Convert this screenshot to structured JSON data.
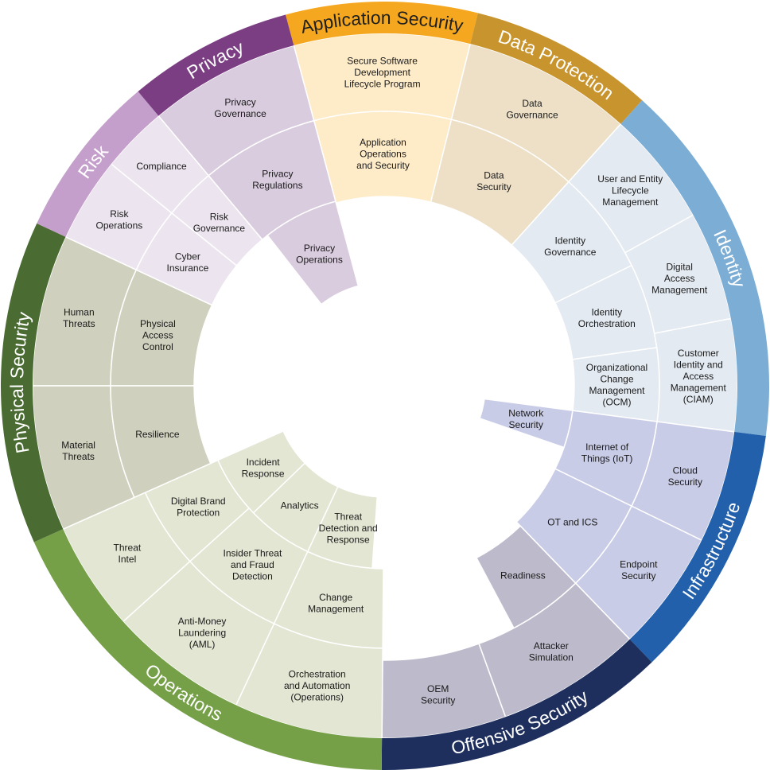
{
  "diagram": {
    "domains": [
      {
        "key": "application-security",
        "name": "Application Security",
        "ring_color": "#F5A81F",
        "cell_color": "#FEEBC8",
        "label_dark": true,
        "cells": [
          {
            "key": "secure-software-development-lifecycle-program",
            "lines": [
              "Secure Software",
              "Development",
              "Lifecycle Program"
            ]
          },
          {
            "key": "application-operations-and-security",
            "lines": [
              "Application",
              "Operations",
              "and Security"
            ]
          }
        ]
      },
      {
        "key": "data-protection",
        "name": "Data Protection",
        "ring_color": "#C8942E",
        "cell_color": "#EDE0C7",
        "cells": [
          {
            "key": "data-governance",
            "lines": [
              "Data",
              "Governance"
            ]
          },
          {
            "key": "data-security",
            "lines": [
              "Data",
              "Security"
            ]
          }
        ]
      },
      {
        "key": "identity",
        "name": "Identity",
        "ring_color": "#7BADD5",
        "cell_color": "#E3EAF2",
        "cells": [
          {
            "key": "user-and-entity-lifecycle-management",
            "lines": [
              "User and Entity",
              "Lifecycle",
              "Management"
            ]
          },
          {
            "key": "identity-governance",
            "lines": [
              "Identity",
              "Governance"
            ]
          },
          {
            "key": "digital-access-management",
            "lines": [
              "Digital",
              "Access",
              "Management"
            ]
          },
          {
            "key": "identity-orchestration",
            "lines": [
              "Identity",
              "Orchestration"
            ]
          },
          {
            "key": "customer-identity-and-access-management",
            "lines": [
              "Customer",
              "Identity and",
              "Access",
              "Management",
              "(CIAM)"
            ]
          },
          {
            "key": "organizational-change-management",
            "lines": [
              "Organizational",
              "Change",
              "Management",
              "(OCM)"
            ]
          }
        ]
      },
      {
        "key": "infrastructure",
        "name": "Infrastructure",
        "ring_color": "#2260AC",
        "cell_color": "#C9CCE6",
        "cells": [
          {
            "key": "network-security",
            "lines": [
              "Network",
              "Security"
            ]
          },
          {
            "key": "internet-of-things",
            "lines": [
              "Internet of",
              "Things (IoT)"
            ]
          },
          {
            "key": "cloud-security",
            "lines": [
              "Cloud",
              "Security"
            ]
          },
          {
            "key": "ot-and-ics",
            "lines": [
              "OT and ICS"
            ]
          },
          {
            "key": "endpoint-security",
            "lines": [
              "Endpoint",
              "Security"
            ]
          }
        ]
      },
      {
        "key": "offensive-security",
        "name": "Offensive Security",
        "ring_color": "#1E2F5E",
        "cell_color": "#BDBBCB",
        "cells": [
          {
            "key": "readiness",
            "lines": [
              "Readiness"
            ]
          },
          {
            "key": "attacker-simulation",
            "lines": [
              "Attacker",
              "Simulation"
            ]
          },
          {
            "key": "oem-security",
            "lines": [
              "OEM",
              "Security"
            ]
          }
        ]
      },
      {
        "key": "operations",
        "name": "Operations",
        "ring_color": "#76A047",
        "cell_color": "#E3E6D3",
        "cells": [
          {
            "key": "incident-response",
            "lines": [
              "Incident",
              "Response"
            ]
          },
          {
            "key": "analytics",
            "lines": [
              "Analytics"
            ]
          },
          {
            "key": "threat-detection-and-response",
            "lines": [
              "Threat",
              "Detection and",
              "Response"
            ]
          },
          {
            "key": "digital-brand-protection",
            "lines": [
              "Digital Brand",
              "Protection"
            ]
          },
          {
            "key": "insider-threat-and-fraud-detection",
            "lines": [
              "Insider Threat",
              "and Fraud",
              "Detection"
            ]
          },
          {
            "key": "change-management",
            "lines": [
              "Change",
              "Management"
            ]
          },
          {
            "key": "threat-intel",
            "lines": [
              "Threat",
              "Intel"
            ]
          },
          {
            "key": "anti-money-laundering",
            "lines": [
              "Anti-Money",
              "Laundering",
              "(AML)"
            ]
          },
          {
            "key": "orchestration-and-automation",
            "lines": [
              "Orchestration",
              "and Automation",
              "(Operations)"
            ]
          }
        ]
      },
      {
        "key": "physical-security",
        "name": "Physical Security",
        "ring_color": "#4A6B31",
        "cell_color": "#D0D0BE",
        "cells": [
          {
            "key": "human-threats",
            "lines": [
              "Human",
              "Threats"
            ]
          },
          {
            "key": "physical-access-control",
            "lines": [
              "Physical",
              "Access",
              "Control"
            ]
          },
          {
            "key": "material-threats",
            "lines": [
              "Material",
              "Threats"
            ]
          },
          {
            "key": "resilience",
            "lines": [
              "Resilience"
            ]
          }
        ]
      },
      {
        "key": "risk",
        "name": "Risk",
        "ring_color": "#C59FCB",
        "cell_color": "#ECE4EF",
        "cells": [
          {
            "key": "compliance",
            "lines": [
              "Compliance"
            ]
          },
          {
            "key": "risk-governance",
            "lines": [
              "Risk",
              "Governance"
            ]
          },
          {
            "key": "risk-operations",
            "lines": [
              "Risk",
              "Operations"
            ]
          },
          {
            "key": "cyber-insurance",
            "lines": [
              "Cyber",
              "Insurance"
            ]
          }
        ]
      },
      {
        "key": "privacy",
        "name": "Privacy",
        "ring_color": "#7B3E83",
        "cell_color": "#D9CCDE",
        "cells": [
          {
            "key": "privacy-governance",
            "lines": [
              "Privacy",
              "Governance"
            ]
          },
          {
            "key": "privacy-regulations",
            "lines": [
              "Privacy",
              "Regulations"
            ]
          },
          {
            "key": "privacy-operations",
            "lines": [
              "Privacy",
              "Operations"
            ]
          }
        ]
      }
    ]
  }
}
